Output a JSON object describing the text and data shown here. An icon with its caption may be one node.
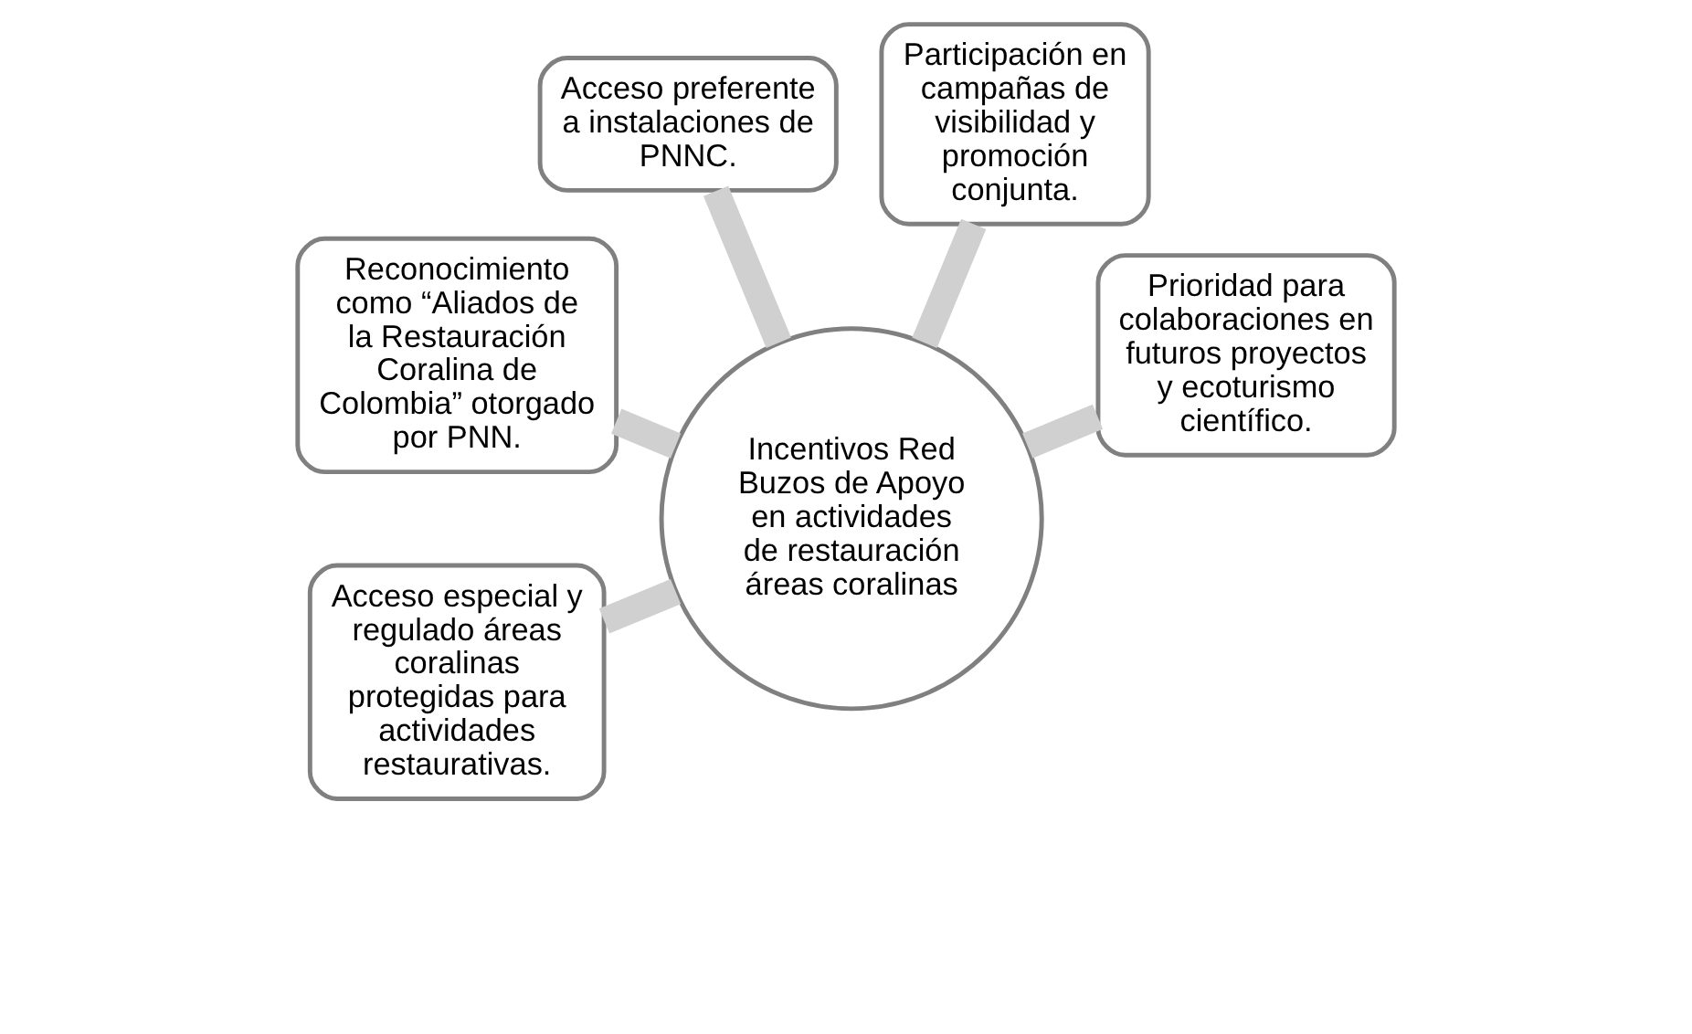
{
  "diagram": {
    "nodes": [
      {
        "text": [
          "Incentivos Red Buzos de Apoyo en actividades de restauración áreas coralinas"
        ]
      },
      {
        "text": [
          "Acceso preferente a instalaciones de PNNC."
        ]
      },
      {
        "text": [
          "Reconocimiento como “Aliados de la Restauración Coralina de Colombia” otorgado por PNN."
        ]
      },
      {
        "text": [
          "Participación en campañas de visibilidad y promoción conjunta."
        ]
      },
      {
        "text": [
          "Acceso especial y regulado áreas coralinas protegidas para actividades restaurativas."
        ]
      },
      {
        "text": [
          "Prioridad para colaboraciones en futuros proyectos y ecoturismo científico."
        ]
      }
    ],
    "edges": [
      {
        "from": 0,
        "to": 4,
        "arrow": "none"
      },
      {
        "from": 0,
        "to": 2,
        "arrow": "none"
      },
      {
        "from": 0,
        "to": 1,
        "arrow": "none"
      },
      {
        "from": 0,
        "to": 3,
        "arrow": "none"
      },
      {
        "from": 0,
        "to": 5,
        "arrow": "none"
      }
    ]
  }
}
